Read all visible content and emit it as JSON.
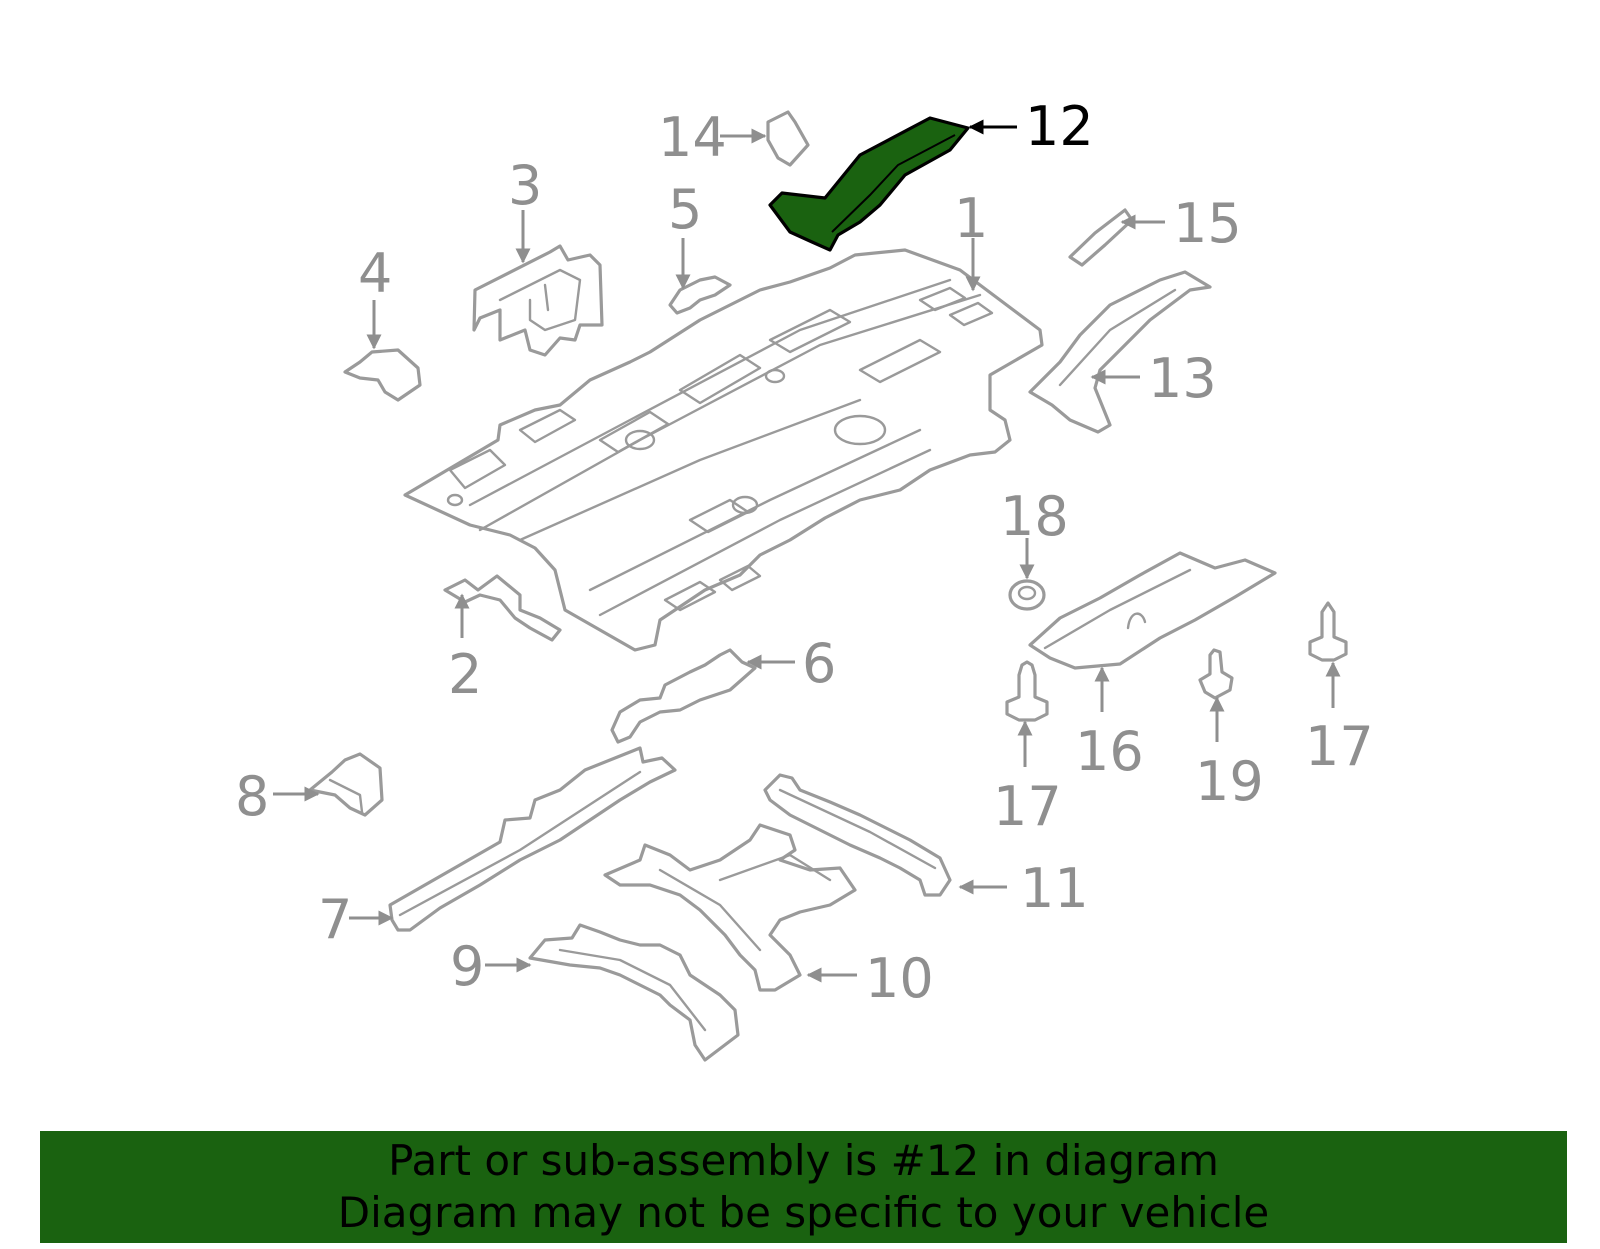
{
  "diagram": {
    "highlight_color": "#1a6210",
    "line_color": "#9a9a9a",
    "callouts": {
      "c1": "1",
      "c2": "2",
      "c3": "3",
      "c4": "4",
      "c5": "5",
      "c6": "6",
      "c7": "7",
      "c8": "8",
      "c9": "9",
      "c10": "10",
      "c11": "11",
      "c12": "12",
      "c13": "13",
      "c14": "14",
      "c15": "15",
      "c16": "16",
      "c17a": "17",
      "c17b": "17",
      "c18": "18",
      "c19": "19"
    }
  },
  "banner": {
    "background": "#1a6210",
    "line1": "Part or sub-assembly is #12 in diagram",
    "line2": "Diagram may not be specific to your vehicle"
  }
}
